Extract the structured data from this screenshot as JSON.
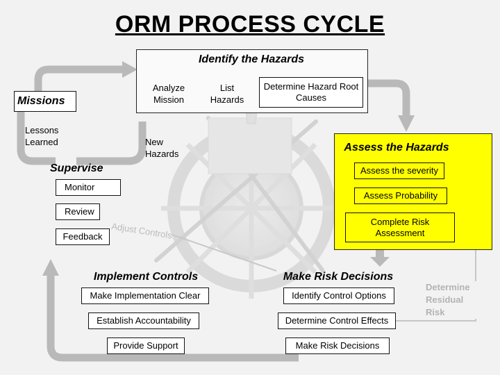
{
  "title": "ORM PROCESS CYCLE",
  "identify": {
    "heading": "Identify the Hazards",
    "steps": [
      "Analyze Mission",
      "List Hazards",
      "Determine Hazard Root Causes"
    ]
  },
  "assess": {
    "heading": "Assess the Hazards",
    "steps": [
      "Assess the severity",
      "Assess Probability",
      "Complete Risk Assessment"
    ]
  },
  "decisions": {
    "heading": "Make Risk Decisions",
    "steps": [
      "Identify Control Options",
      "Determine Control Effects",
      "Make Risk Decisions"
    ]
  },
  "implement": {
    "heading": "Implement Controls",
    "steps": [
      "Make Implementation Clear",
      "Establish Accountability",
      "Provide Support"
    ]
  },
  "supervise": {
    "heading": "Supervise",
    "steps": [
      "Monitor",
      "Review",
      "Feedback"
    ]
  },
  "missions": "Missions",
  "lessons_learned": "Lessons Learned",
  "new_hazards": "New Hazards",
  "adjust_controls": "Adjust Controls",
  "residual_risk": "Determine Residual Risk",
  "colors": {
    "background": "#f2f2f2",
    "assess_panel": "#ffff00",
    "arrow": "#b9b9b9",
    "faded_text": "#b3b3b3"
  }
}
